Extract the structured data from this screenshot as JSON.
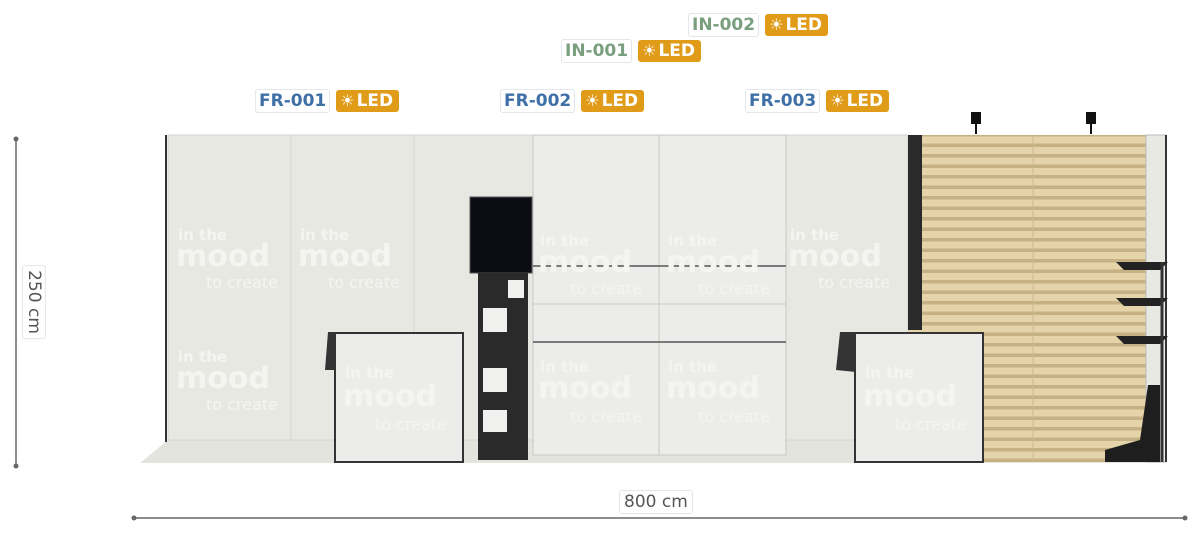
{
  "labels": {
    "fr001": {
      "code": "FR-001",
      "led": "LED"
    },
    "fr002": {
      "code": "FR-002",
      "led": "LED"
    },
    "fr003": {
      "code": "FR-003",
      "led": "LED"
    },
    "in001": {
      "code": "IN-001",
      "led": "LED"
    },
    "in002": {
      "code": "IN-002",
      "led": "LED"
    }
  },
  "dimensions": {
    "height": "250 cm",
    "width": "800 cm"
  },
  "branding": {
    "line1": "in the",
    "line2": "mood",
    "line3": "to create"
  },
  "icons": {
    "led": "sun-icon"
  },
  "colors": {
    "fixture_code": "#3e6fa6",
    "indoor_code": "#7a9f7f",
    "led_badge": "#e09b18",
    "wall_panel": "#e9e9e4",
    "wood_slat": "#e3d1a8",
    "dimension_line": "#666666"
  }
}
